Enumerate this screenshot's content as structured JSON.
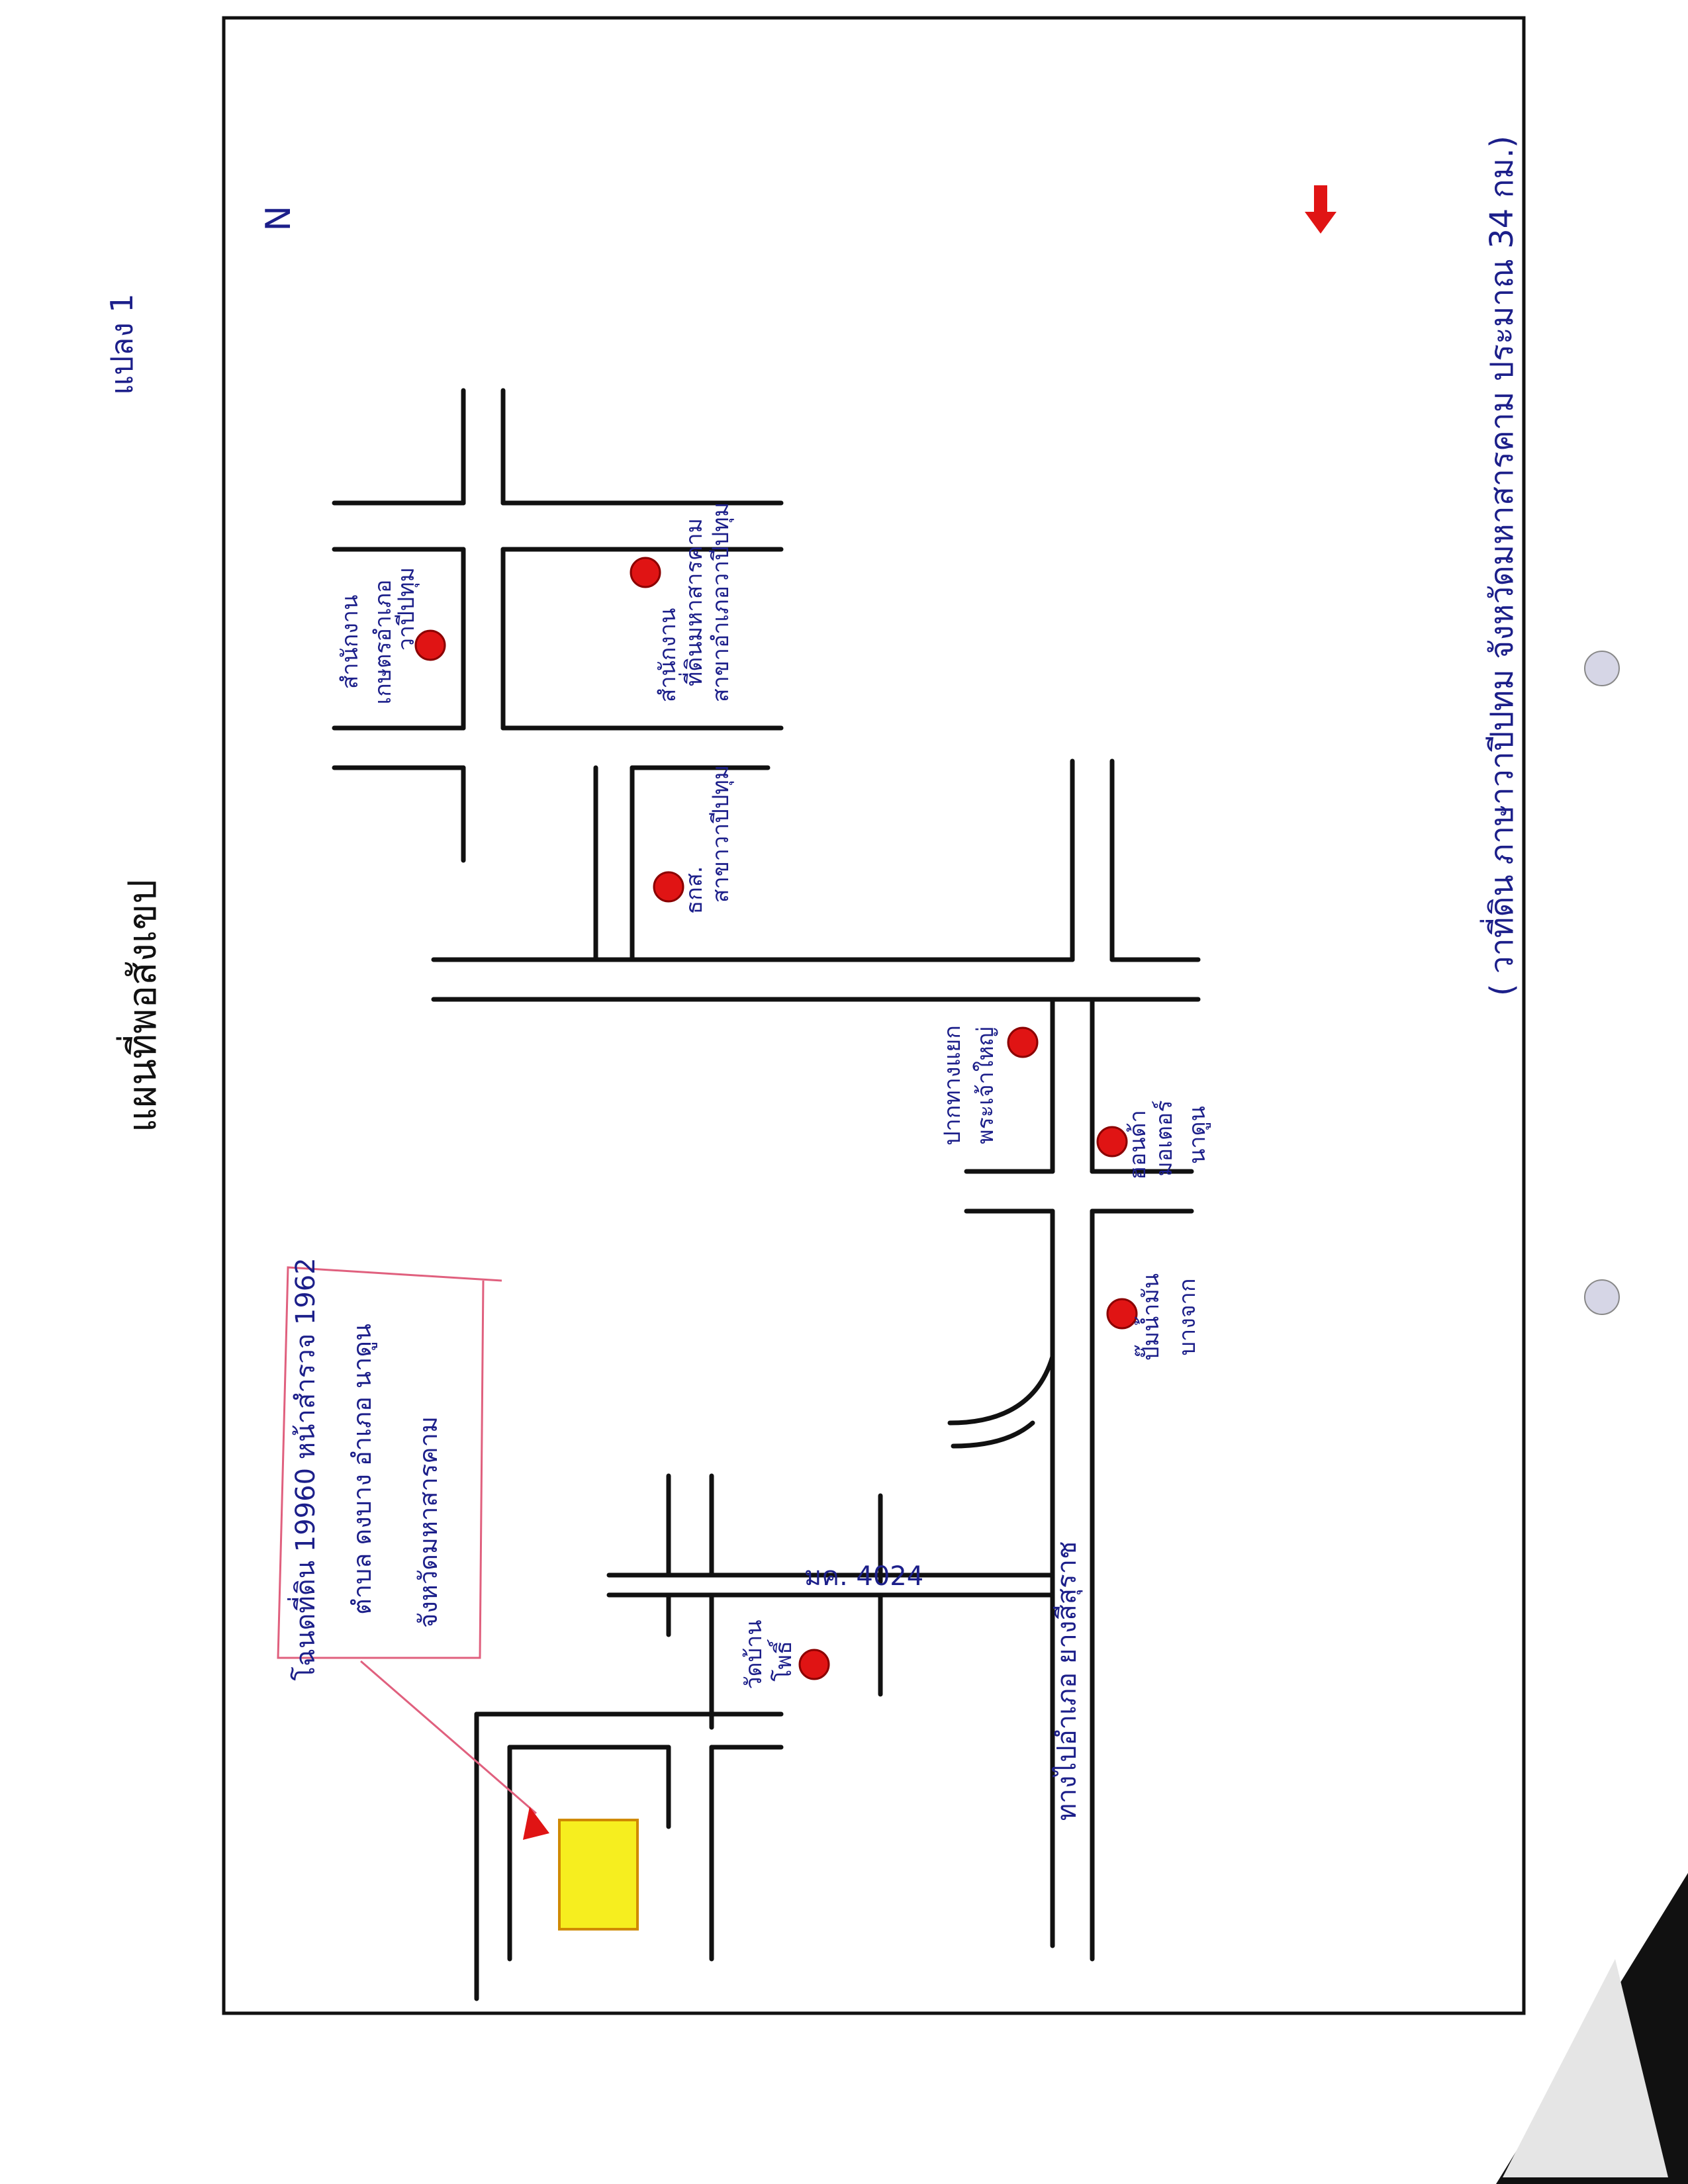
{
  "header": {
    "title": "แผนที่พอสังเขป",
    "sheet_label": "แปลง 1"
  },
  "compass": {
    "label": "N"
  },
  "footer_note": "( วาที่ดิน ภาษาวาปีปทม จังหวัดมหาสารคาม ประมาณ 34 กม.)",
  "parcel_note": {
    "line1": "โฉนดที่ดิน 19960 หน้าสำรวจ 1962",
    "line2": "ตำบล ดงบาง อำเภอ นาดูน",
    "line3": "จังหวัดมหาสารคาม"
  },
  "roads": {
    "highway_label": "มค. 4024",
    "main_road_label": "ทางไปอำเภอ ยางสีสุราช"
  },
  "landmarks": [
    {
      "name": "landmark-agri-office",
      "line1": "สำนักงาน",
      "line2": "เกษตรอำเภอ",
      "line3": "วาปีปทุม"
    },
    {
      "name": "landmark-land-office",
      "line1": "สำนักงาน",
      "line2": "ที่ดินมหาสารคาม",
      "line3": "สาขาอำเภอวาปีปทุม"
    },
    {
      "name": "landmark-bank",
      "line1": "ธกส.",
      "line2": "สาขาวาปีปทุม"
    },
    {
      "name": "landmark-market",
      "line1": "ปากทางแยก",
      "line2": "พระเจ้าใหญ่"
    },
    {
      "name": "landmark-honda",
      "line1": "ฮอนด้า",
      "line2": "มอเตอร์",
      "line3": "นาดูน"
    },
    {
      "name": "landmark-gas-station",
      "line1": "ปั๊มน้ำมัน",
      "line2": "บางจาก"
    },
    {
      "name": "landmark-temple",
      "line1": "วัดบ้าน",
      "line2": "โพธิ์"
    }
  ],
  "colors": {
    "ink": "#1c1f8a",
    "marker": "#e01414",
    "parcel_fill": "#f6ee1f",
    "note_border": "#e0607e",
    "compass": "#e01414"
  }
}
